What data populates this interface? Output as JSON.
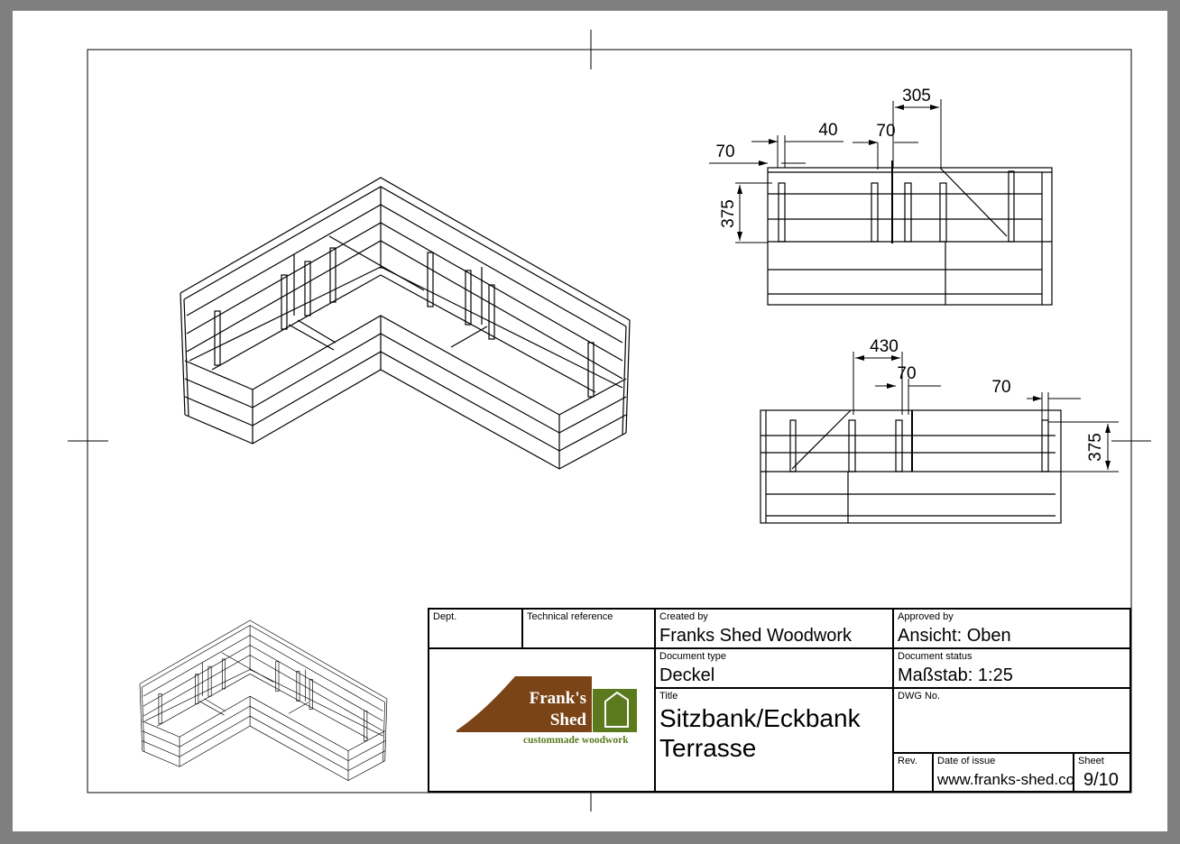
{
  "dimensions": {
    "top_view": {
      "d305": "305",
      "d40": "40",
      "d70_mid": "70",
      "d70_left": "70",
      "d375": "375"
    },
    "bottom_view": {
      "d430": "430",
      "d70_mid": "70",
      "d70_right": "70",
      "d375": "375"
    }
  },
  "title_block": {
    "dept_label": "Dept.",
    "tech_ref_label": "Technical reference",
    "created_by_label": "Created by",
    "created_by": "Franks Shed Woodwork",
    "approved_by_label": "Approved by",
    "approved_by": "Ansicht: Oben",
    "doc_type_label": "Document type",
    "doc_type": "Deckel",
    "doc_status_label": "Document status",
    "doc_status": "Maßstab: 1:25",
    "title_label": "Title",
    "title_line1": "Sitzbank/Eckbank",
    "title_line2": "Terrasse",
    "dwg_label": "DWG No.",
    "rev_label": "Rev.",
    "date_label": "Date of issue",
    "date_value": "www.franks-shed.com",
    "sheet_label": "Sheet",
    "sheet_value": "9/10"
  },
  "logo": {
    "name_line1": "Frank's",
    "name_line2": "Shed",
    "tagline": "custommade woodwork",
    "brown": "#7a4417",
    "green": "#5b7a1e"
  }
}
